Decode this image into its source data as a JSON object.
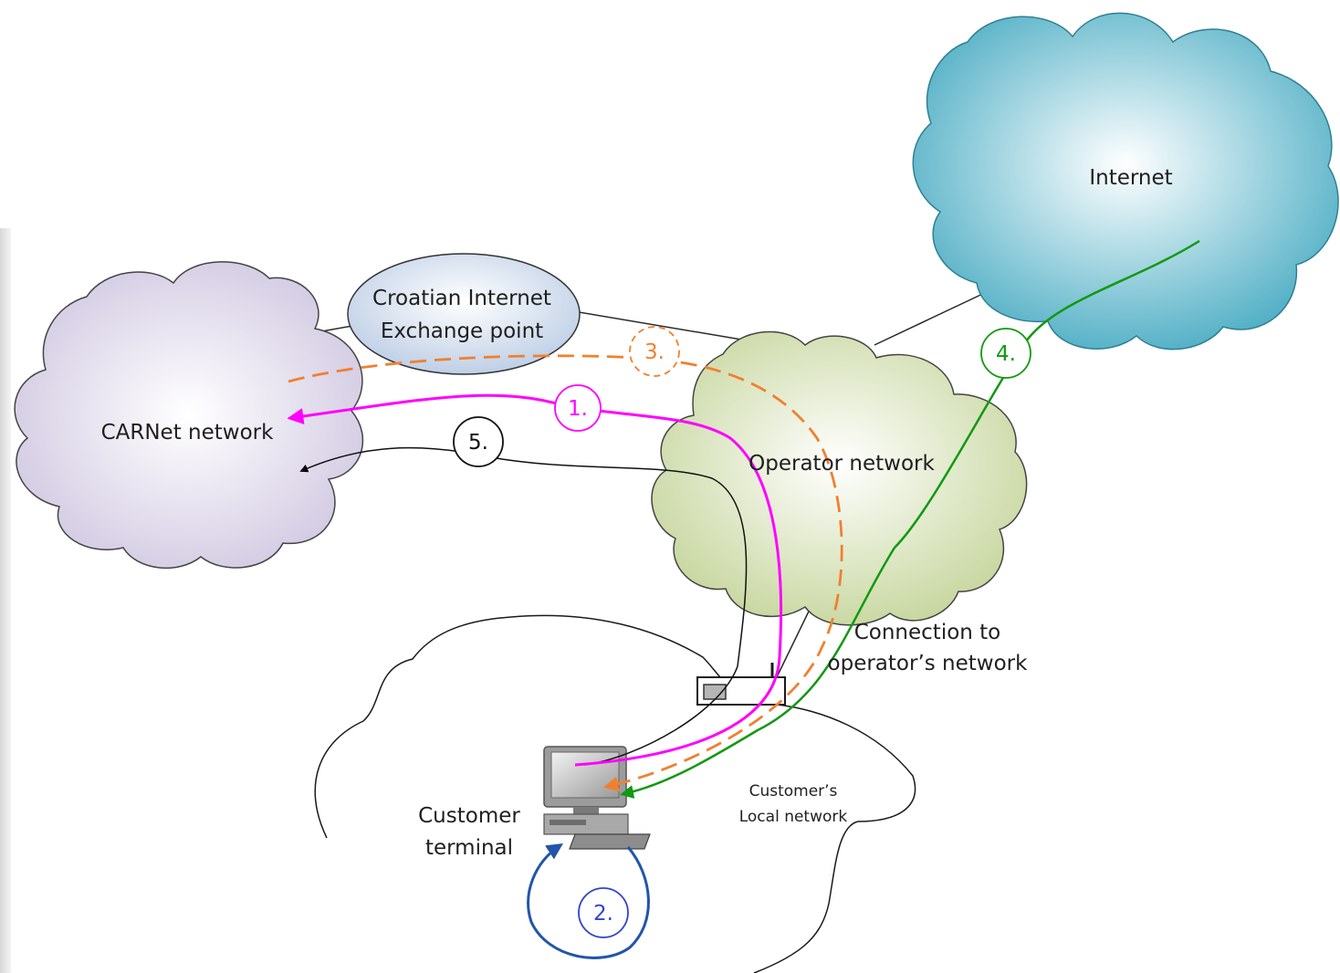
{
  "nodes": {
    "internet": "Internet",
    "ixp_line1": "Croatian Internet",
    "ixp_line2": "Exchange point",
    "carnet": "CARNet network",
    "operator": "Operator network",
    "connection_line1": "Connection to",
    "connection_line2": "operator’s network",
    "customer_line1": "Customer",
    "customer_line2": "terminal",
    "local_line1": "Customer’s",
    "local_line2": "Local network"
  },
  "paths": {
    "p1": {
      "label": "1.",
      "color": "#ff00ff"
    },
    "p2": {
      "label": "2.",
      "color": "#3344cc"
    },
    "p3": {
      "label": "3.",
      "color": "#f08030"
    },
    "p4": {
      "label": "4.",
      "color": "#119911"
    },
    "p5": {
      "label": "5.",
      "color": "#000000"
    }
  },
  "colors": {
    "internet_cloud": "#4fb0c6",
    "carnet_cloud": "#d9d2e6",
    "operator_cloud": "#cfdcae",
    "ixp_ellipse": "#cbd8ea"
  }
}
